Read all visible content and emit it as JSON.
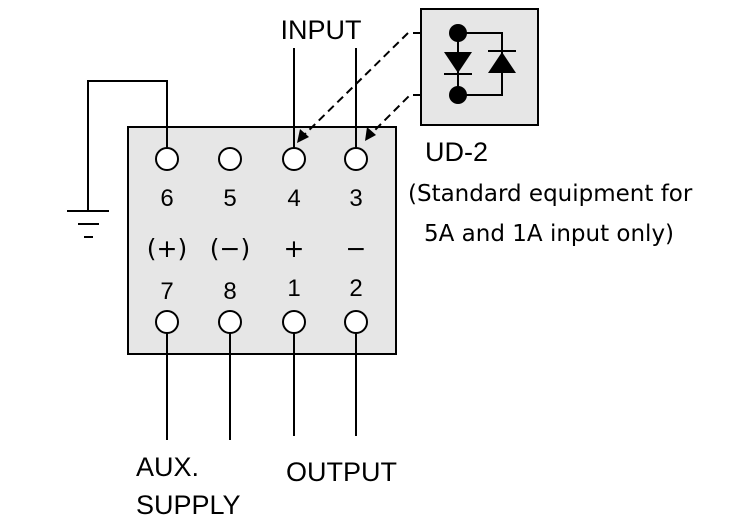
{
  "diagram": {
    "input_label": "INPUT",
    "module_label": "UD-2",
    "note_line1": "(Standard equipment for",
    "note_line2": "5A and 1A input only)",
    "aux_label_line1": "AUX.",
    "aux_label_line2": "SUPPLY",
    "output_label": "OUTPUT",
    "top_terminals": [
      "6",
      "5",
      "4",
      "3"
    ],
    "bottom_terminals": [
      "7",
      "8",
      "1",
      "2"
    ],
    "bottom_polarities": [
      "(+)",
      "(−)",
      "+",
      "−"
    ],
    "colors": {
      "box_fill": "#e6e6e6",
      "stroke": "#000000"
    },
    "icons": [
      "ground-icon",
      "diode-icon"
    ]
  }
}
